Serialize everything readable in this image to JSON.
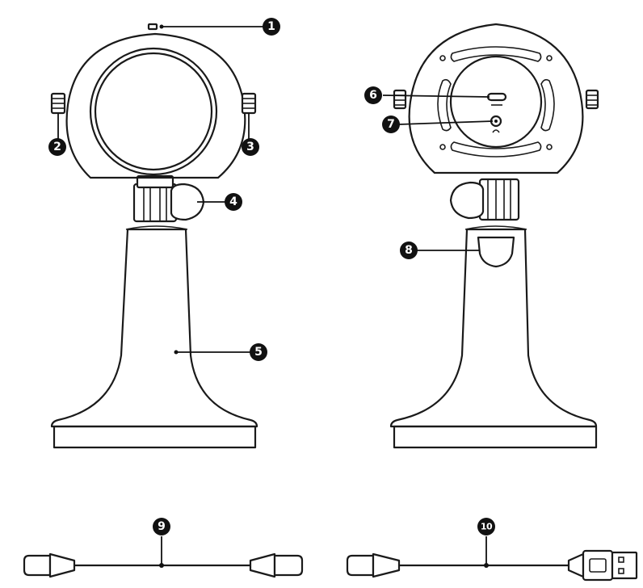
{
  "callouts": [
    {
      "id": "1",
      "label": "1"
    },
    {
      "id": "2",
      "label": "2"
    },
    {
      "id": "3",
      "label": "3"
    },
    {
      "id": "4",
      "label": "4"
    },
    {
      "id": "5",
      "label": "5"
    },
    {
      "id": "6",
      "label": "6"
    },
    {
      "id": "7",
      "label": "7"
    },
    {
      "id": "8",
      "label": "8"
    },
    {
      "id": "9",
      "label": "9"
    },
    {
      "id": "10",
      "label": "10"
    }
  ],
  "colors": {
    "line": "#1a1a1a",
    "badge": "#111111",
    "background": "#ffffff"
  },
  "icons": [
    "usb-c-port-icon",
    "headphone-jack-icon",
    "usb-c-connector-icon",
    "usb-a-connector-icon"
  ]
}
